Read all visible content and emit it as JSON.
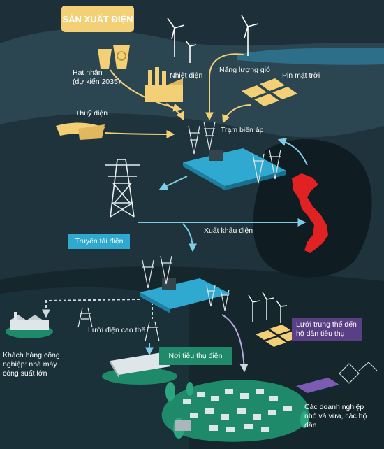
{
  "title": "SẢN XUẤT ĐIỆN",
  "sources": {
    "nuclear": "Hạt nhân",
    "nuclear_note": "(dự kiến 2035)",
    "thermal": "Nhiệt điện",
    "wind": "Năng lượng gió",
    "solar": "Pin mặt trời",
    "hydro": "Thuỷ điện"
  },
  "substation": "Trạm biến áp",
  "export": "Xuất khẩu điện",
  "transmission": "Truyền tải điện",
  "high_voltage_grid": "Lưới điện cao thế",
  "industrial_customers": "Khách hàng công nghiệp: nhà máy công suất lớn",
  "consumption": "Nơi tiêu thụ điện",
  "medium_voltage_grid": "Lưới trung thế đến hộ dân tiêu thụ",
  "small_businesses": "Các doanh nghiệp nhỏ và vừa, các hộ dân",
  "colors": {
    "background": "#223842",
    "hills": "#16262d",
    "ocean_stripe": "#2f8fb8",
    "yellow_accent": "#f3cf76",
    "blue_accent": "#2fa9cf",
    "green_accent": "#1e8a6a",
    "purple_accent": "#5a3f85",
    "vietnam_map": "#e02222"
  }
}
